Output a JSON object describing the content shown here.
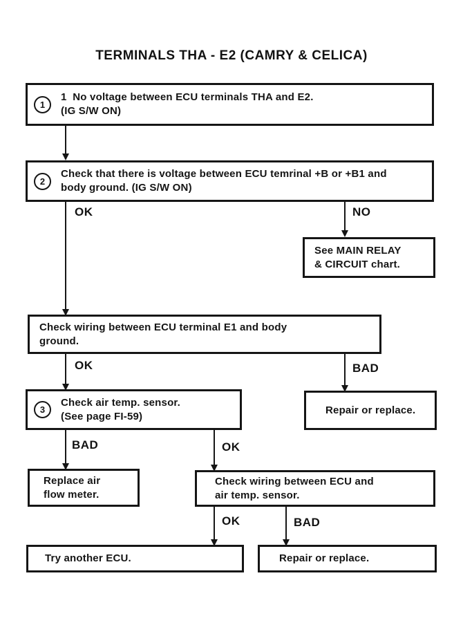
{
  "page": {
    "title": "TERMINALS THA - E2 (CAMRY & CELICA)"
  },
  "flowchart": {
    "nodes": [
      {
        "id": "step-1",
        "badge": "1",
        "lines": [
          "1  No voltage between ECU terminals THA and E2.",
          "(IG S/W ON)"
        ]
      },
      {
        "id": "step-2",
        "badge": "2",
        "lines": [
          "Check that there is voltage between ECU temrinal +B or +B1 and",
          "body ground. (IG S/W ON)"
        ]
      },
      {
        "id": "see-main-relay",
        "lines": [
          "See MAIN RELAY",
          "& CIRCUIT chart."
        ]
      },
      {
        "id": "check-e1-wiring",
        "lines": [
          "Check wiring between ECU terminal E1 and body",
          "ground."
        ]
      },
      {
        "id": "step-3",
        "badge": "3",
        "lines": [
          "Check air temp. sensor.",
          "(See page FI-59)"
        ]
      },
      {
        "id": "repair-or-replace-1",
        "lines": [
          "Repair or replace."
        ]
      },
      {
        "id": "replace-air-flow-meter",
        "lines": [
          "Replace air",
          "flow meter."
        ]
      },
      {
        "id": "check-sensor-wiring",
        "lines": [
          "Check wiring between ECU and",
          "air temp. sensor."
        ]
      },
      {
        "id": "try-another-ecu",
        "lines": [
          "Try another ECU."
        ]
      },
      {
        "id": "repair-or-replace-2",
        "lines": [
          "Repair or replace."
        ]
      }
    ],
    "labels": {
      "step2_ok": "OK",
      "step2_no": "NO",
      "e1_ok": "OK",
      "e1_bad": "BAD",
      "step3_bad": "BAD",
      "step3_ok": "OK",
      "wiring_ok": "OK",
      "wiring_bad": "BAD"
    },
    "colors": {
      "ink": "#151515",
      "paper": "#ffffff"
    }
  }
}
